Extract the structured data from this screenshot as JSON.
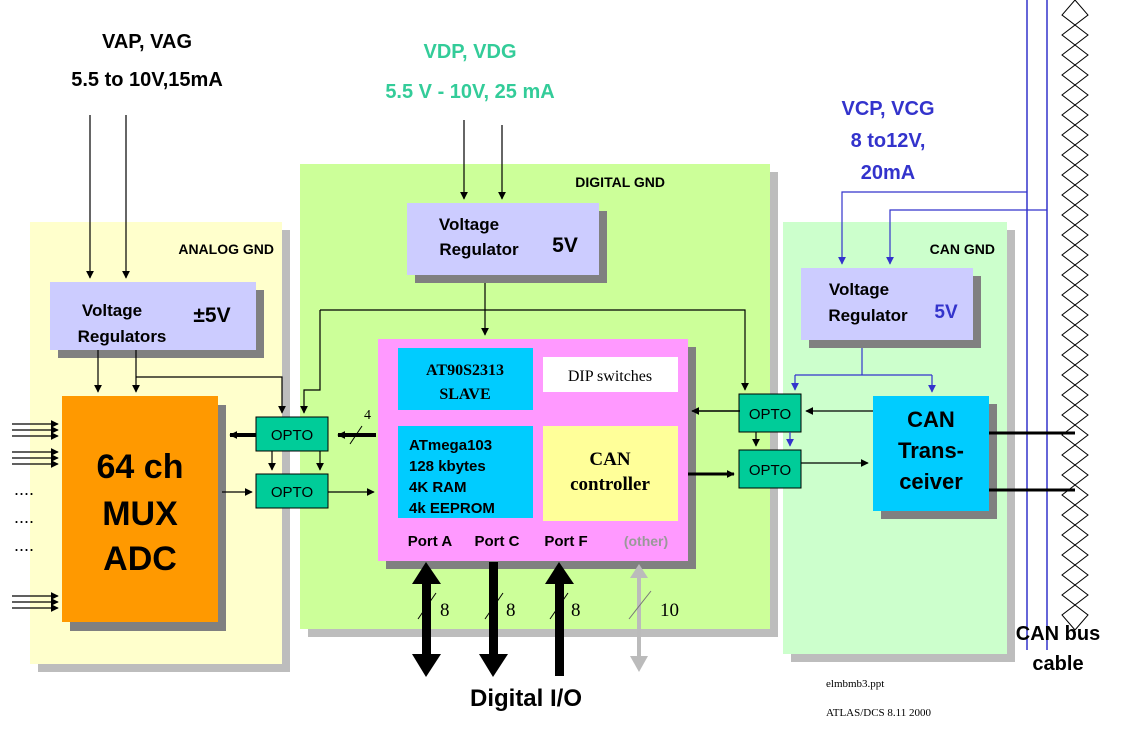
{
  "supply_analog": {
    "line1": "VAP, VAG",
    "line2": "5.5 to 10V,15mA"
  },
  "supply_digital": {
    "line1": "VDP, VDG",
    "line2": "5.5 V - 10V, 25 mA"
  },
  "supply_can": {
    "line1": "VCP, VCG",
    "line2": "8 to12V,",
    "line3": "20mA"
  },
  "zones": {
    "analog_gnd": "ANALOG GND",
    "digital_gnd": "DIGITAL GND",
    "can_gnd": "CAN GND"
  },
  "regulators": {
    "analog": {
      "line1": "Voltage",
      "line2": "Regulators",
      "value": "±5V"
    },
    "digital": {
      "line1": "Voltage",
      "line2": "Regulator",
      "value": "5V"
    },
    "can": {
      "line1": "Voltage",
      "line2": "Regulator",
      "value": "5V"
    }
  },
  "adc": {
    "line1": "64 ch",
    "line2": "MUX",
    "line3": "ADC"
  },
  "input_dots": [
    "....",
    "....",
    "...."
  ],
  "opto_label": "OPTO",
  "slave": {
    "line1": "AT90S2313",
    "line2": "SLAVE"
  },
  "dip_switches": "DIP switches",
  "master": {
    "line1": "ATmega103",
    "line2": "128 kbytes",
    "line3": "4K RAM",
    "line4": "4k EEPROM"
  },
  "can_controller": {
    "line1": "CAN",
    "line2": "controller"
  },
  "ports": {
    "a": "Port A",
    "c": "Port C",
    "f": "Port F",
    "other": "(other)"
  },
  "bus_widths": {
    "opto_bus": "4",
    "port_a": "8",
    "port_c": "8",
    "port_f": "8",
    "other": "10"
  },
  "transceiver": {
    "line1": "CAN",
    "line2": "Trans-",
    "line3": "ceiver"
  },
  "digital_io": "Digital I/O",
  "can_bus_cable": {
    "line1": "CAN bus",
    "line2": "cable"
  },
  "footer": {
    "file": "elmbmb3.ppt",
    "credit": "ATLAS/DCS 8.11 2000"
  },
  "colors": {
    "analog_zone": "#ffffcc",
    "digital_zone": "#ccff99",
    "can_zone": "#ccffcc",
    "regulator": "#ccccff",
    "adc": "#ff9900",
    "mcu_board": "#ff99ff",
    "chip": "#00ccff",
    "can_controller": "#ffff99",
    "opto": "#00cc99",
    "vdp_text": "#33cc99",
    "vcp_text": "#3333cc"
  }
}
